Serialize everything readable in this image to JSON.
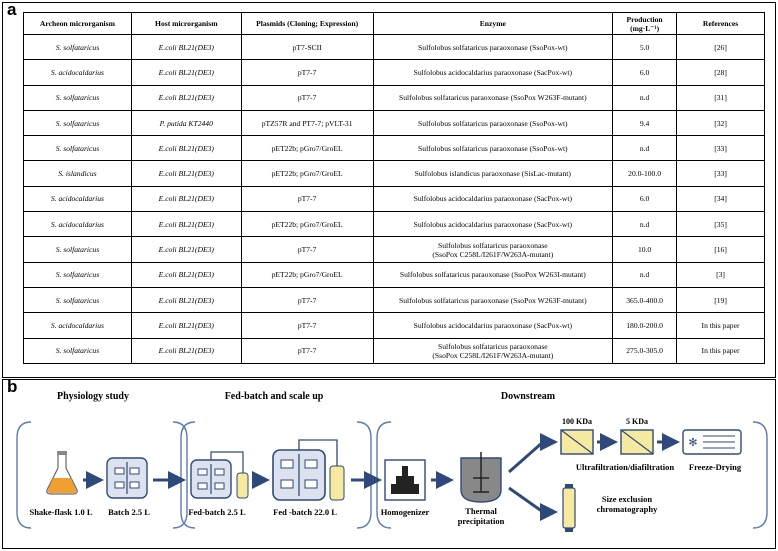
{
  "panel_a": {
    "letter": "a",
    "headers": [
      "Archeon microrganism",
      "Host microrganism",
      "Plasmids (Cloning; Expression)",
      "Enzyme",
      "Production (mg·L⁻¹)",
      "References"
    ],
    "rows": [
      {
        "org": "S. solfataricus",
        "host": "E.coli BL21(DE3)",
        "plasmid": "pT7-SCII",
        "enzyme": "Sulfolobus solfataricus paraoxonase (SsoPox-wt)",
        "production": "5.0",
        "ref": "[26]"
      },
      {
        "org": "S. acidocaldarius",
        "host": "E.coli BL21(DE3)",
        "plasmid": "pT7-7",
        "enzyme": "Sulfolobus acidocaldarius paraoxonase (SacPox-wt)",
        "production": "6.0",
        "ref": "[28]"
      },
      {
        "org": "S. solfataricus",
        "host": "E.coli BL21(DE3)",
        "plasmid": "pT7-7",
        "enzyme": "Sulfolobus solfataricus paraoxonase (SsoPox W263F-mutant)",
        "production": "n.d",
        "ref": "[31]"
      },
      {
        "org": "S. solfataricus",
        "host": "P. putida KT2440",
        "plasmid": "pTZ57R and PT7-7; pVLT-31",
        "enzyme": "Sulfolobus solfataricus paraoxonase (SsoPox-wt)",
        "production": "9.4",
        "ref": "[32]"
      },
      {
        "org": "S. solfataricus",
        "host": "E.coli BL21(DE3)",
        "plasmid": "pET22b; pGro7/GroEL",
        "enzyme": "Sulfolobus solfataricus paraoxonase (SsoPox-wt)",
        "production": "n.d",
        "ref": "[33]"
      },
      {
        "org": "S. islandicus",
        "host": "E.coli BL21(DE3)",
        "plasmid": "pET22b; pGro7/GroEL",
        "enzyme": "Sulfolobus islandicus paraoxonase (SisLac-mutant)",
        "production": "20.0-100.0",
        "ref": "[33]"
      },
      {
        "org": "S. acidocaldarius",
        "host": "E.coli BL21(DE3)",
        "plasmid": "pT7-7",
        "enzyme": "Sulfolobus acidocaldarius paraoxonase (SacPox-wt)",
        "production": "6.0",
        "ref": "[34]"
      },
      {
        "org": "S. acidocaldarius",
        "host": "E.coli BL21(DE3)",
        "plasmid": "pET22b; pGro7/GroEL",
        "enzyme": "Sulfolobus acidocaldarius paraoxonase (SacPox-wt)",
        "production": "n.d",
        "ref": "[35]"
      },
      {
        "org": "S. solfataricus",
        "host": "E.coli BL21(DE3)",
        "plasmid": "pT7-7",
        "enzyme": "Sulfolobus solfataricus paraoxonase",
        "enzyme2": "(SsoPox C258L/I261F/W263A-mutant)",
        "production": "10.0",
        "ref": "[16]"
      },
      {
        "org": "S. solfataricus",
        "host": "E.coli BL21(DE3)",
        "plasmid": "pET22b; pGro7/GroEL",
        "enzyme": "Sulfolobus solfataricus paraoxonase (SsoPox W263I-mutant)",
        "production": "n.d",
        "ref": "[3]"
      },
      {
        "org": "S. solfataricus",
        "host": "E.coli BL21(DE3)",
        "plasmid": "pT7-7",
        "enzyme": "Sulfolobus solfataricus paraoxonase (SsoPox W263F-mutant)",
        "production": "365.0-400.0",
        "ref": "[19]"
      },
      {
        "org": "S. acidocaldarius",
        "host": "E.coli BL21(DE3)",
        "plasmid": "pT7-7",
        "enzyme": "Sulfolobus acidocaldarius paraoxonase (SacPox-wt)",
        "production": "180.0-200.0",
        "ref": "In this paper"
      },
      {
        "org": "S. solfataricus",
        "host": "E.coli BL21(DE3)",
        "plasmid": "pT7-7",
        "enzyme": "Sulfolobus solfataricus paraoxonase",
        "enzyme2": "(SsoPox C258L/I261F/W263A-mutant)",
        "production": "275.0-305.0",
        "ref": "In this paper"
      }
    ]
  },
  "panel_b": {
    "letter": "b",
    "section_physiology": "Physiology study",
    "section_fedbatch": "Fed-batch and scale up",
    "section_downstream": "Downstream",
    "shake_flask": "Shake-flask 1.0 L",
    "batch": "Batch 2.5 L",
    "fed_batch_small": "Fed-batch 2.5 L",
    "fed_batch_large": "Fed -batch 22.0 L",
    "homogenizer": "Homogenizer",
    "thermal_line1": "Thermal",
    "thermal_line2": "precipitation",
    "filter_100": "100 KDa",
    "filter_5": "5 KDa",
    "ultrafiltration": "Ultrafiltration/diafiltration",
    "freeze_drying": "Freeze-Drying",
    "sec_line1": "Size exclusion",
    "sec_line2": "chromatography",
    "colors": {
      "arrow": "#2f4a7a",
      "box_fill": "#dde3ee",
      "vial": "#f6e9a0",
      "flask": "#f0a030"
    }
  }
}
